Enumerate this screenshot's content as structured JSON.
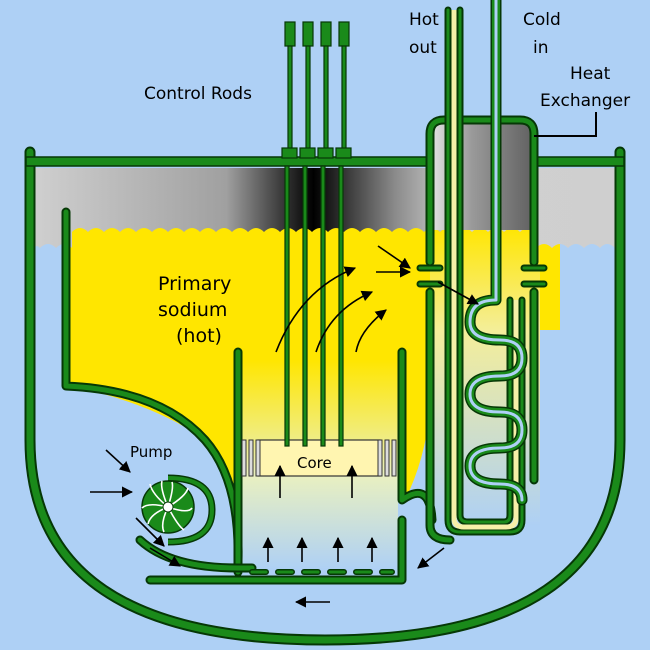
{
  "labels": {
    "control_rods": "Control Rods",
    "hot_out_1": "Hot",
    "hot_out_2": "out",
    "cold_in_1": "Cold",
    "cold_in_2": "in",
    "heat_exchanger_1": "Heat",
    "heat_exchanger_2": "Exchanger",
    "primary_1": "Primary",
    "primary_2": "sodium",
    "primary_3": "(hot)",
    "core": "Core",
    "pump": "Pump"
  },
  "colors": {
    "cold_sodium": "#aed0f5",
    "hot_sodium": "#ffe600",
    "steel_green": "#1a8a1a",
    "gas_gray": "#c8c8c8",
    "core_fill": "#fff5b0"
  },
  "icons": {
    "pump": "pump-impeller-icon",
    "flow": "flow-arrow-icon"
  }
}
